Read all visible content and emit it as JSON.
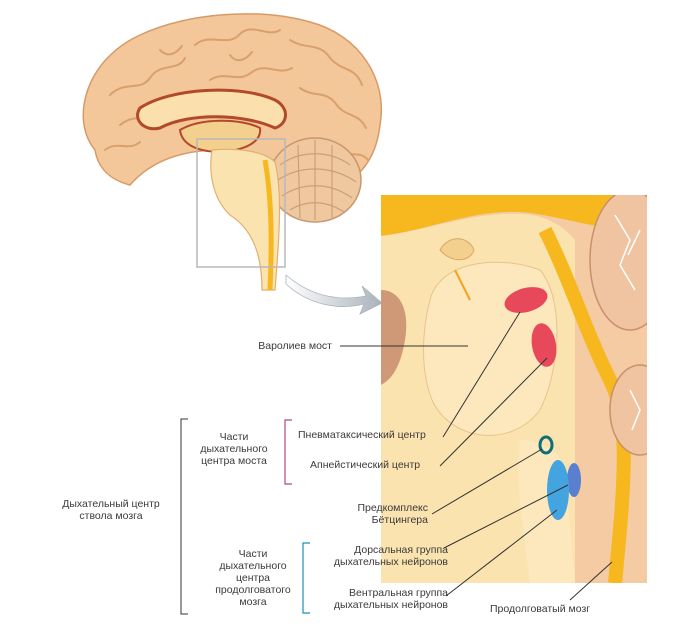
{
  "colors": {
    "skin": "#f3c79a",
    "skin_dark": "#d79a67",
    "pons": "#fbe3b0",
    "tract": "#f6b81e",
    "pink": "#e7485a",
    "teal": "#0f6f78",
    "blue_dorsal": "#5a7fcf",
    "blue_ventral": "#44a4e0",
    "bracket_magenta": "#b0488a",
    "bracket_blue": "#1f8fb8",
    "bracket_black": "#333333"
  },
  "labels": {
    "pons": "Варолиев мост",
    "pneumotaxic": "Пневматаксический центр",
    "apneustic": "Апнейстический центр",
    "pre_botzinger": [
      "Предкомплекс",
      "Бётцингера"
    ],
    "dorsal_group": [
      "Дорсальная группа",
      "дыхательных нейронов"
    ],
    "ventral_group": [
      "Вентральная группа",
      "дыхательных нейронов"
    ],
    "medulla": "Продолговатый мозг",
    "pons_centers": [
      "Части",
      "дыхательного",
      "центра моста"
    ],
    "medulla_centers": [
      "Части",
      "дыхательного",
      "центра",
      "продолговатого",
      "мозга"
    ],
    "brainstem_center": [
      "Дыхательный центр",
      "ствола мозга"
    ]
  }
}
